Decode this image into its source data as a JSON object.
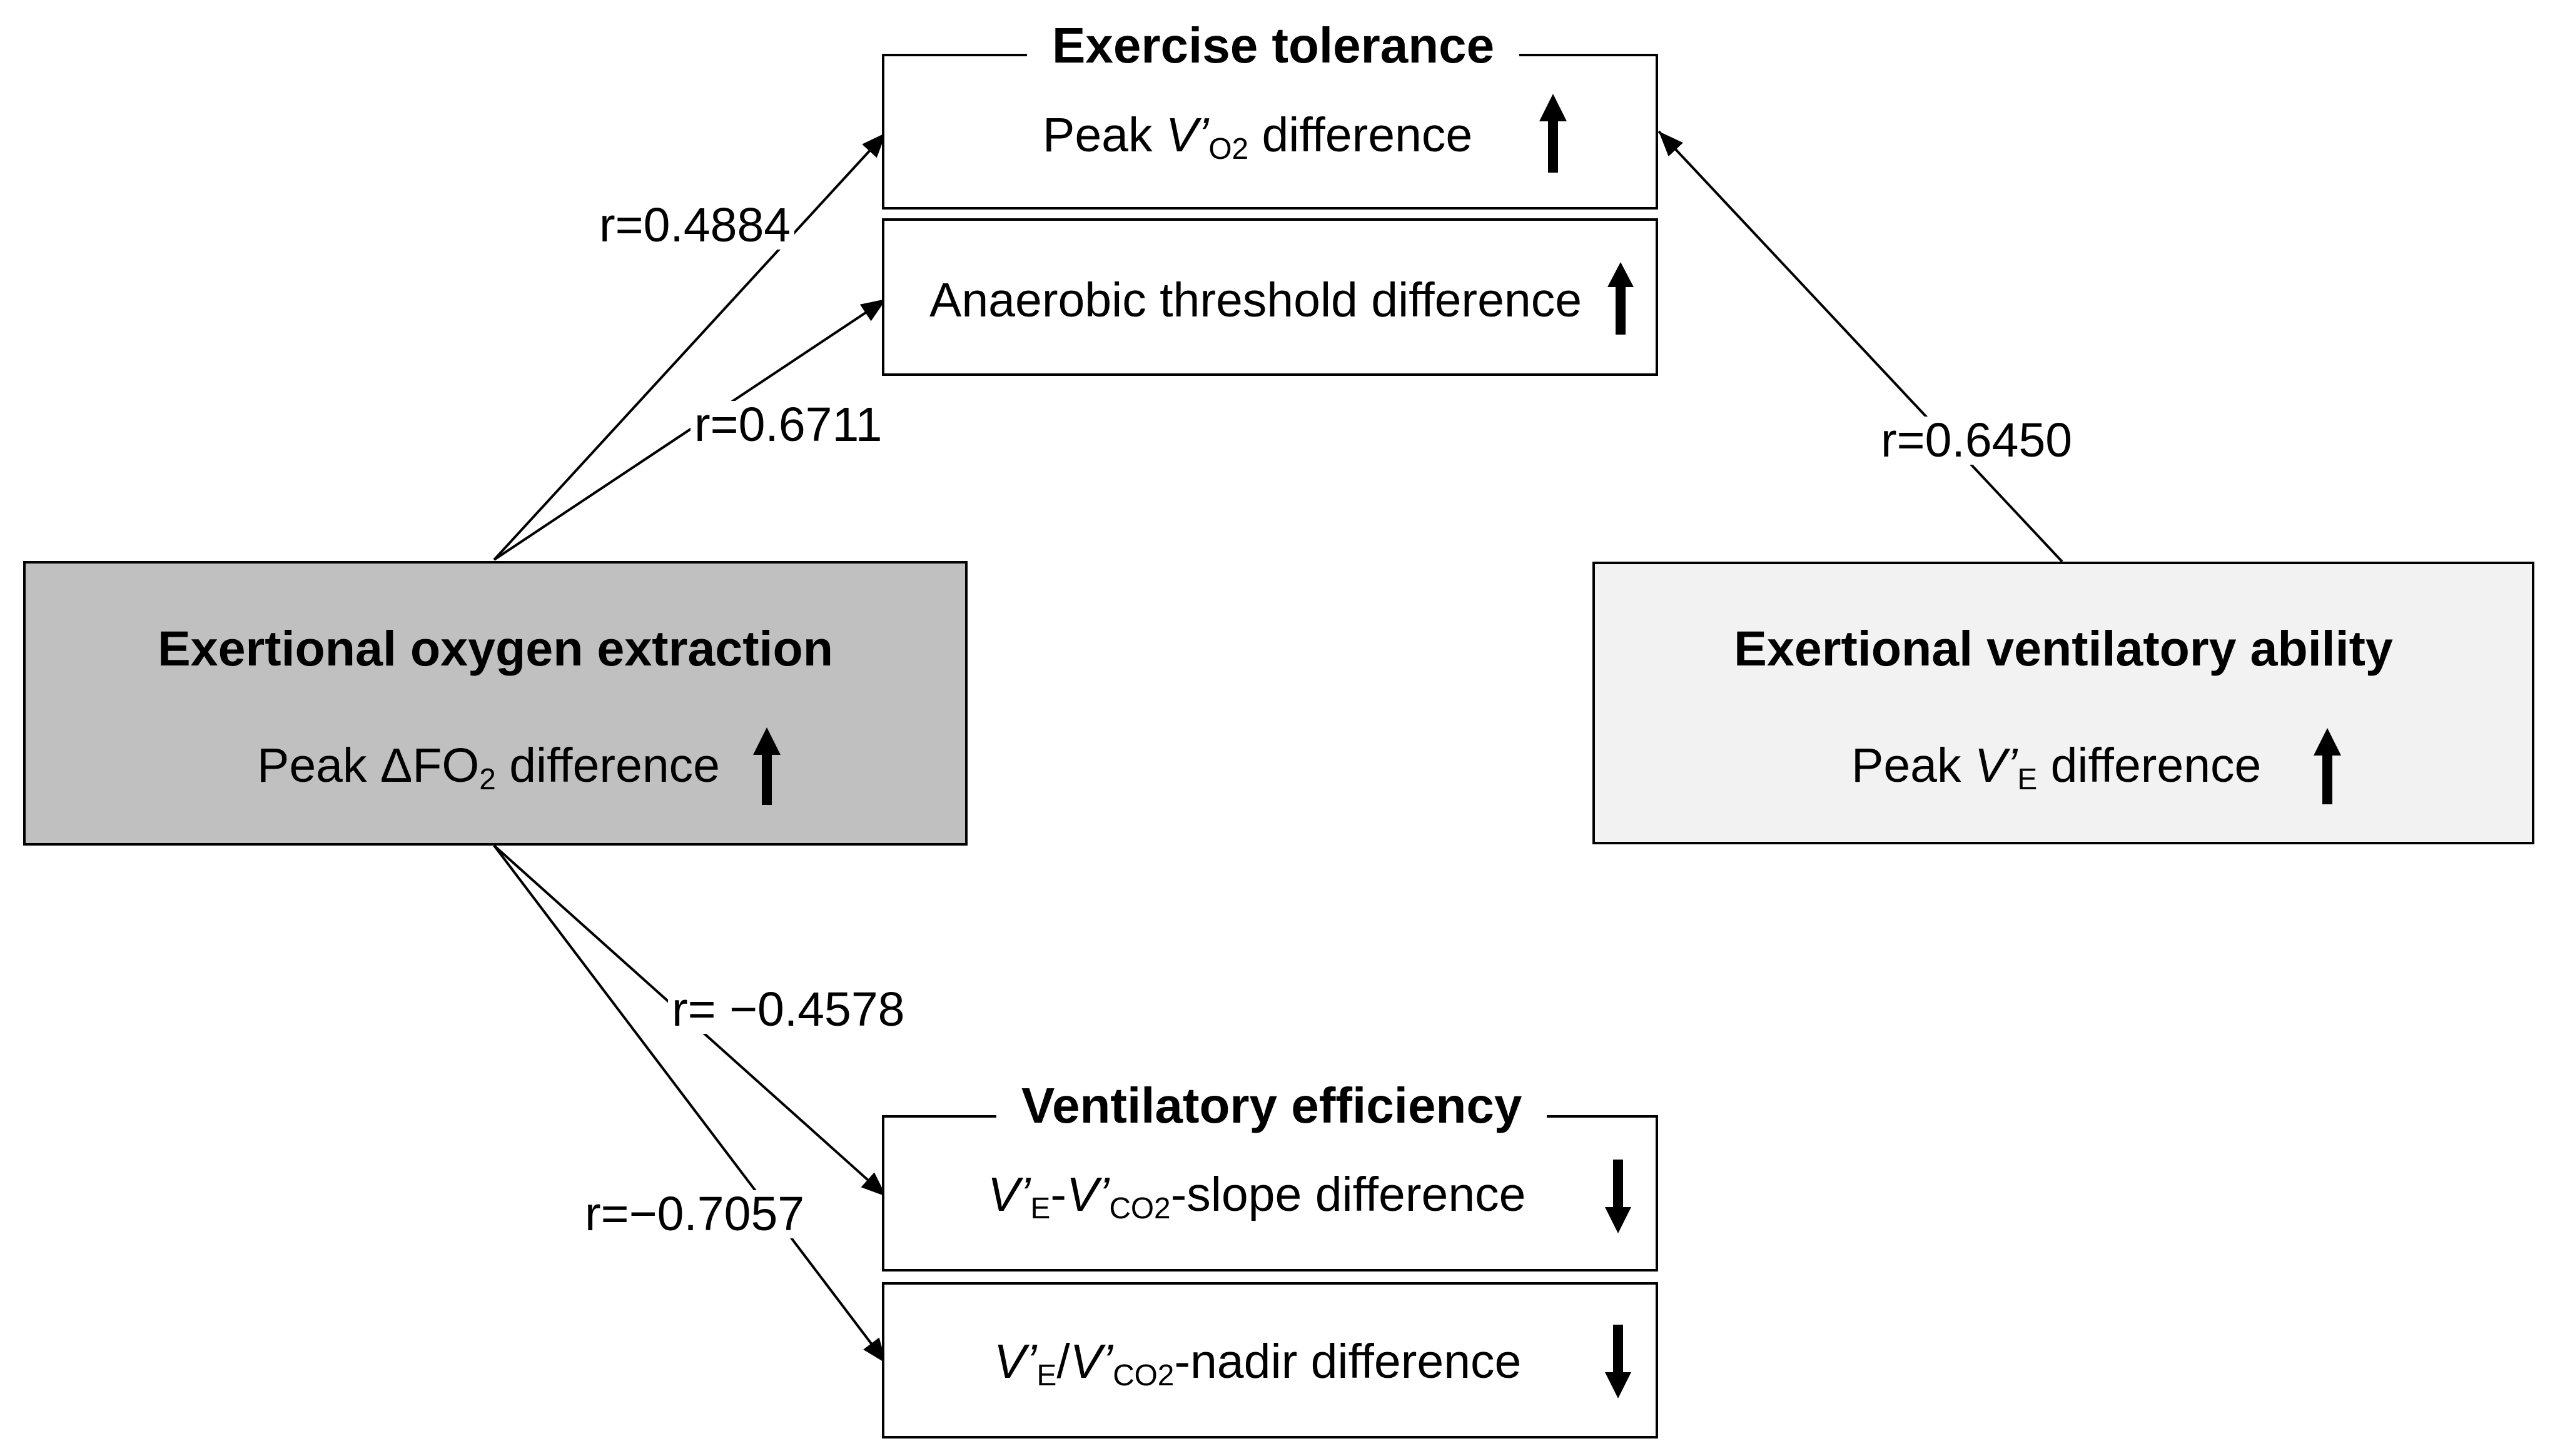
{
  "exercise_tolerance": {
    "heading": "Exercise tolerance",
    "peak_vo2": {
      "prefix": "Peak ",
      "v": "V",
      "prime": "’",
      "sub": "O2",
      "suffix": " difference",
      "trend": "up"
    },
    "anaerobic": {
      "text": "Anaerobic threshold difference",
      "trend": "up"
    }
  },
  "oxygen_extraction": {
    "title": "Exertional oxygen extraction",
    "peak": {
      "prefix": "Peak ",
      "delta": "ΔFO",
      "sub": "2",
      "suffix": " difference",
      "trend": "up"
    }
  },
  "ventilatory_ability": {
    "title": "Exertional ventilatory ability",
    "peak": {
      "prefix": "Peak ",
      "v": "V",
      "prime": "’",
      "sub": "E",
      "suffix": " difference",
      "trend": "up"
    }
  },
  "ventilatory_efficiency": {
    "heading": "Ventilatory efficiency",
    "slope": {
      "v1": "V",
      "p1": "’",
      "s1": "E",
      "sep": "-",
      "v2": "V",
      "p2": "’",
      "s2": "CO2",
      "suffix": "-slope difference",
      "trend": "down"
    },
    "nadir": {
      "v1": "V",
      "p1": "’",
      "s1": "E",
      "sep": "/",
      "v2": "V",
      "p2": "’",
      "s2": "CO2",
      "suffix": "-nadir difference",
      "trend": "down"
    }
  },
  "correlations": {
    "peak_vo2": "r=0.4884",
    "anaerobic": "r=0.6711",
    "ventilation": "r=0.6450",
    "slope": "r= −0.4578",
    "nadir": "r=−0.7057"
  }
}
